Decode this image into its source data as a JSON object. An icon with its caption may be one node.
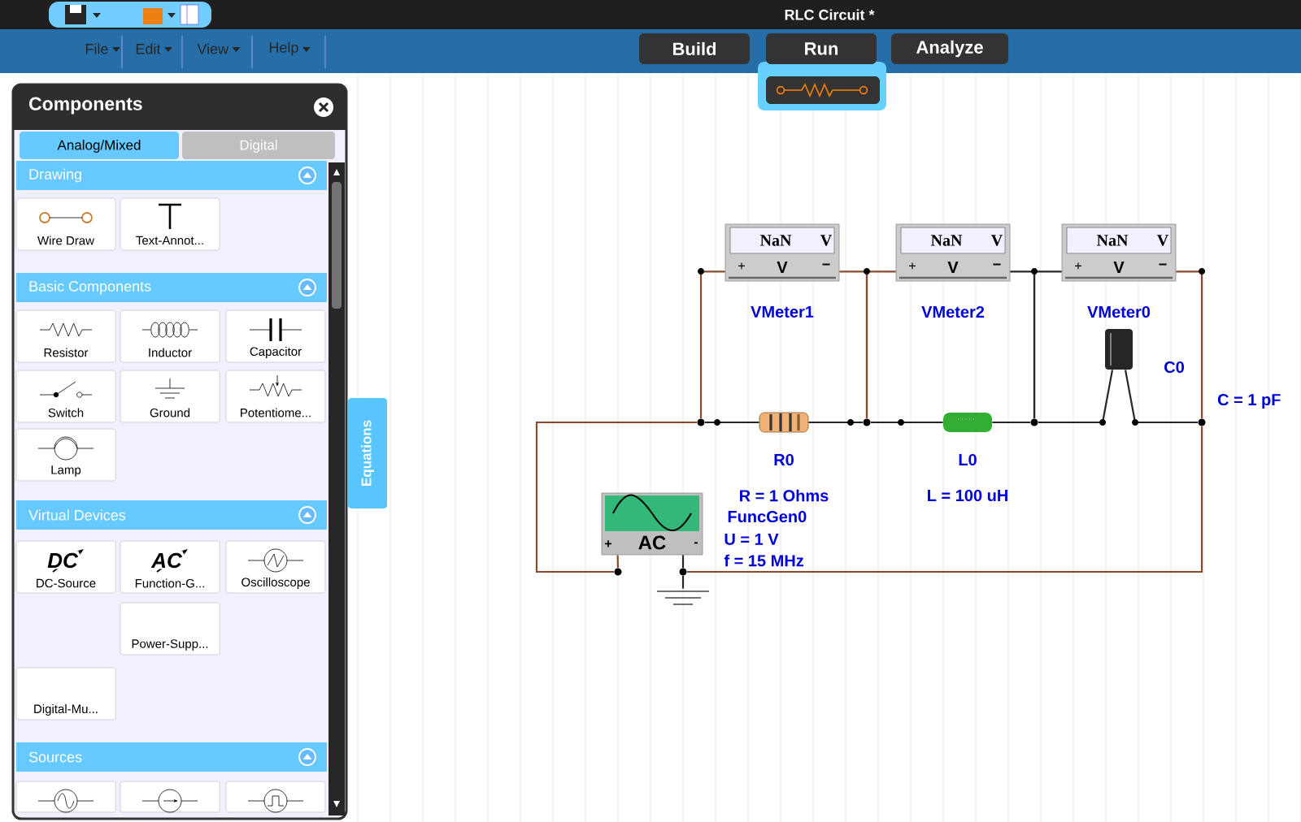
{
  "diagram": {
    "title": "RLC Circuit *",
    "nodes": [
      {
        "text": [
          "NaN",
          "V",
          "+",
          "V",
          "−"
        ]
      },
      {
        "text": [
          "NaN",
          "V",
          "+",
          "V",
          "−"
        ]
      },
      {
        "text": [
          "NaN",
          "V",
          "+",
          "V",
          "−"
        ]
      },
      {
        "text": [],
        "shape": "picture"
      },
      {
        "text": [],
        "shape": "circle"
      },
      {
        "text": [],
        "shape": "picture",
        "beside": [
          "R0",
          "R = 1 Ohms"
        ]
      },
      {
        "text": [],
        "shape": "circle"
      },
      {
        "text": [],
        "shape": "picture",
        "beside": [
          "L0",
          "L = 100 uH"
        ]
      },
      {
        "text": [],
        "shape": "circle"
      },
      {
        "text": [],
        "shape": "circle"
      },
      {
        "text": [
          "+",
          "AC",
          "-"
        ],
        "beside": [
          "FuncGen0",
          "U = 1 V",
          "f = 15 MHz"
        ]
      },
      {
        "text": [],
        "shape": "circle"
      },
      {
        "text": [],
        "shape": "circle"
      },
      {
        "text": [],
        "shape": "picture"
      }
    ],
    "edges": [
      {
        "from": 0,
        "to": 4,
        "arrow": "none",
        "color": "#8b4a2b"
      },
      {
        "from": 0,
        "to": 6,
        "arrow": "none",
        "color": "#8b4a2b"
      },
      {
        "from": 1,
        "to": 6,
        "arrow": "none",
        "color": "#8b4a2b"
      },
      {
        "from": 1,
        "to": 8,
        "arrow": "none"
      },
      {
        "from": 2,
        "to": 8,
        "arrow": "none"
      },
      {
        "from": 2,
        "to": 9,
        "arrow": "none",
        "color": "#8b4a2b"
      },
      {
        "from": 4,
        "to": 5,
        "arrow": "none"
      },
      {
        "from": 5,
        "to": 6,
        "arrow": "none"
      },
      {
        "from": 6,
        "to": 7,
        "arrow": "none"
      },
      {
        "from": 7,
        "to": 8,
        "arrow": "none"
      },
      {
        "from": 8,
        "to": 3,
        "arrow": "none"
      },
      {
        "from": 3,
        "to": 9,
        "arrow": "none"
      },
      {
        "from": 9,
        "to": 12,
        "arrow": "none",
        "color": "#8b4a2b"
      },
      {
        "from": 12,
        "to": 10,
        "arrow": "none"
      },
      {
        "from": 12,
        "to": 13,
        "arrow": "none"
      },
      {
        "from": 10,
        "to": 11,
        "arrow": "none",
        "color": "#8b4a2b"
      },
      {
        "from": 11,
        "to": 4,
        "arrow": "none",
        "color": "#8b4a2b"
      }
    ],
    "labels": [
      "File",
      "Edit",
      "View",
      "Help",
      "Build",
      "Run",
      "Analyze",
      "Components",
      "Analog/Mixed",
      "Digital",
      "Drawing",
      "Wire Draw",
      "Text-Annot...",
      "Basic Components",
      "Resistor",
      "Inductor",
      "Capacitor",
      "Switch",
      "Ground",
      "Potentiome...",
      "Lamp",
      "Equations",
      "Virtual Devices",
      "DC",
      "AC",
      "DC-Source",
      "Function-G...",
      "Oscilloscope",
      "Power-Supp...",
      "Digital-Mu...",
      "Sources",
      "VMeter1",
      "VMeter2",
      "VMeter0",
      "C0",
      "C = 1 pF"
    ]
  }
}
